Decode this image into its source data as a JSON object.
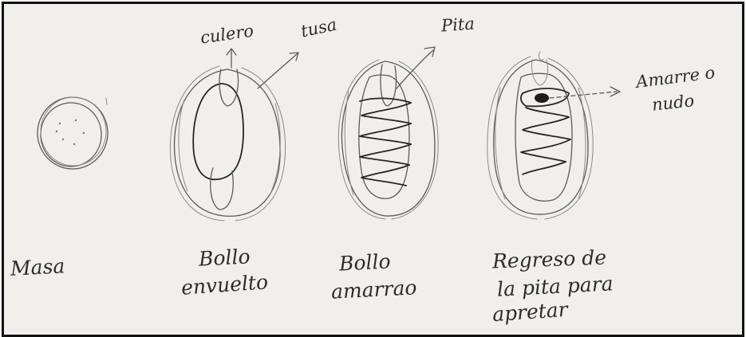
{
  "stages": [
    {
      "id": "masa",
      "caption_lines": [
        "Masa"
      ]
    },
    {
      "id": "bollo-envuelto",
      "caption_lines": [
        "Bollo",
        "envuelto"
      ]
    },
    {
      "id": "bollo-amarrao",
      "caption_lines": [
        "Bollo",
        "amarrao"
      ]
    },
    {
      "id": "regreso",
      "caption_lines": [
        "Regreso de",
        "la pita para",
        "apretar"
      ]
    }
  ],
  "callouts": {
    "culero": "culero",
    "tusa": "tusa",
    "pita": "Pita",
    "amarre_line1": "Amarre o",
    "amarre_line2": "nudo"
  },
  "colors": {
    "paper": "#f1efec",
    "pencil": "#5a5a5a",
    "ink": "#262626",
    "border": "#111111"
  }
}
